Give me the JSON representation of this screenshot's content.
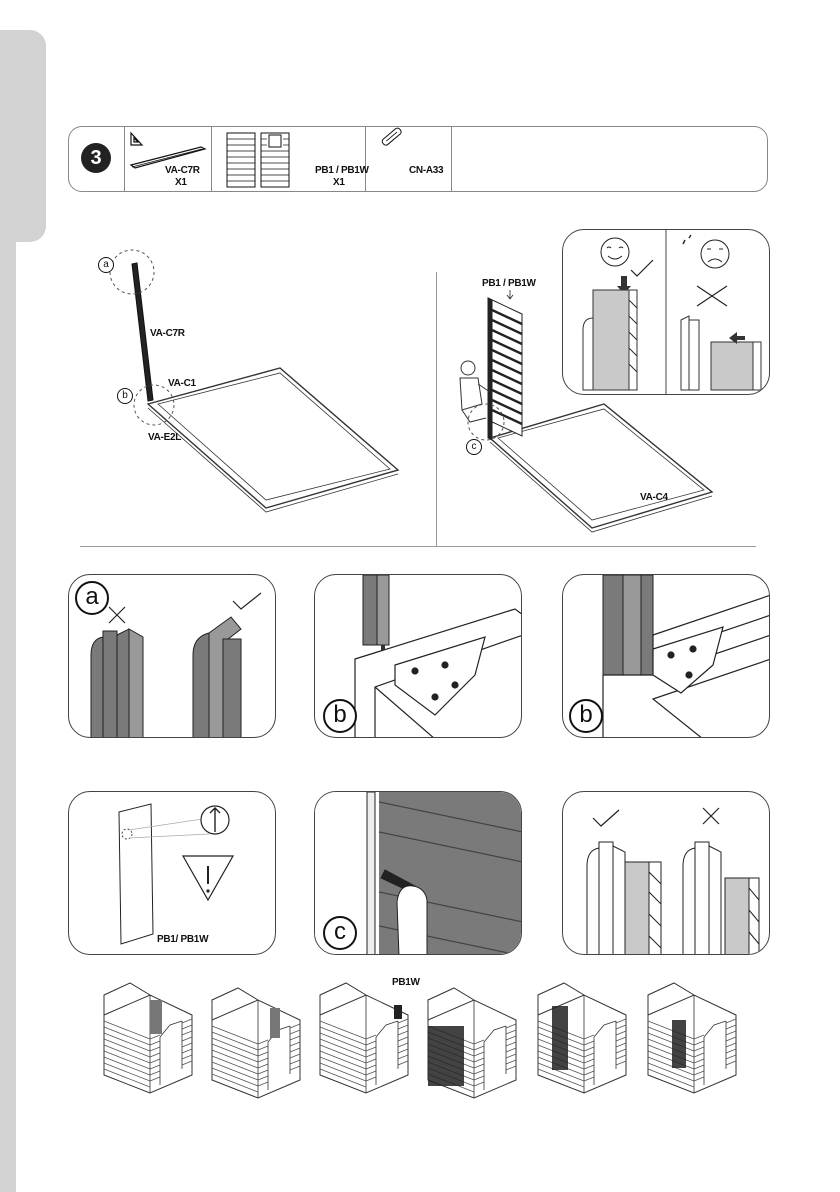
{
  "step": {
    "number": "3"
  },
  "parts": [
    {
      "code": "VA-C7R",
      "qty": "X1"
    },
    {
      "code": "PB1 / PB1W",
      "qty": "X1"
    },
    {
      "code": "CN-A33",
      "qty": ""
    }
  ],
  "overview": {
    "left": {
      "callout_a": "a",
      "callout_b": "b",
      "pole_label": "VA-C7R",
      "frame_label": "VA-C1",
      "corner_label": "VA-E2L"
    },
    "right": {
      "panel_label": "PB1 / PB1W",
      "callout_c": "c",
      "frame_label": "VA-C4"
    }
  },
  "details": {
    "a": {
      "letter": "a"
    },
    "b1": {
      "letter": "b"
    },
    "b2": {
      "letter": "b"
    },
    "panel_dir": {
      "label": "PB1/ PB1W"
    },
    "c": {
      "letter": "c"
    }
  },
  "sequence": {
    "highlight_label": "PB1W"
  },
  "colors": {
    "metal": "#7a7a7a",
    "dark": "#222222",
    "sidebar": "#d2d2d2"
  },
  "icons": [
    "check-icon",
    "cross-icon",
    "happy-face-icon",
    "sad-face-icon",
    "warning-icon",
    "arrow-up-icon"
  ]
}
